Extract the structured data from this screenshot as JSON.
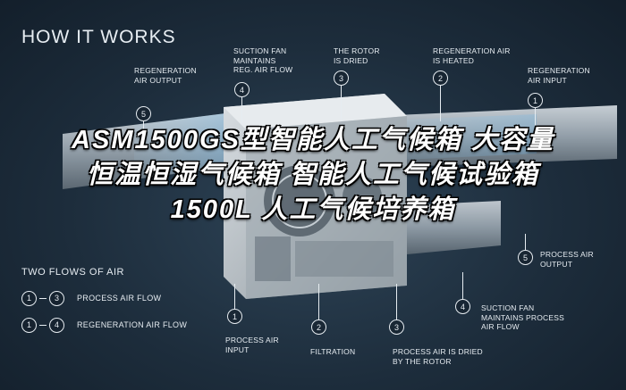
{
  "title": "HOW IT WORKS",
  "callouts_top": [
    {
      "num": "5",
      "text": "REGENERATION\nAIR OUTPUT"
    },
    {
      "num": "4",
      "text": "SUCTION FAN\nMAINTAINS\nREG. AIR FLOW"
    },
    {
      "num": "3",
      "text": "THE ROTOR\nIS DRIED"
    },
    {
      "num": "2",
      "text": "REGENERATION AIR\nIS HEATED"
    },
    {
      "num": "1",
      "text": "REGENERATION\nAIR INPUT"
    }
  ],
  "callouts_bottom": [
    {
      "num": "1",
      "text": "PROCESS AIR\nINPUT"
    },
    {
      "num": "2",
      "text": "FILTRATION"
    },
    {
      "num": "3",
      "text": "PROCESS AIR IS DRIED\nBY THE ROTOR"
    },
    {
      "num": "4",
      "text": "SUCTION FAN\nMAINTAINS PROCESS\nAIR FLOW"
    },
    {
      "num": "5",
      "text": "PROCESS AIR\nOUTPUT"
    }
  ],
  "flows": {
    "title": "TWO FLOWS OF AIR",
    "items": [
      {
        "from": "1",
        "to": "3",
        "label": "PROCESS AIR FLOW"
      },
      {
        "from": "1",
        "to": "4",
        "label": "REGENERATION AIR FLOW"
      }
    ]
  },
  "overlay_text": "ASM1500GS型智能人工气候箱 大容量恒温恒湿气候箱 智能人工气候试验箱1500L 人工气候培养箱",
  "colors": {
    "background": "#1d2d3c",
    "text": "#e6ecf1",
    "duct": "#b9c3cb",
    "airflow": "#6fb6e6"
  }
}
